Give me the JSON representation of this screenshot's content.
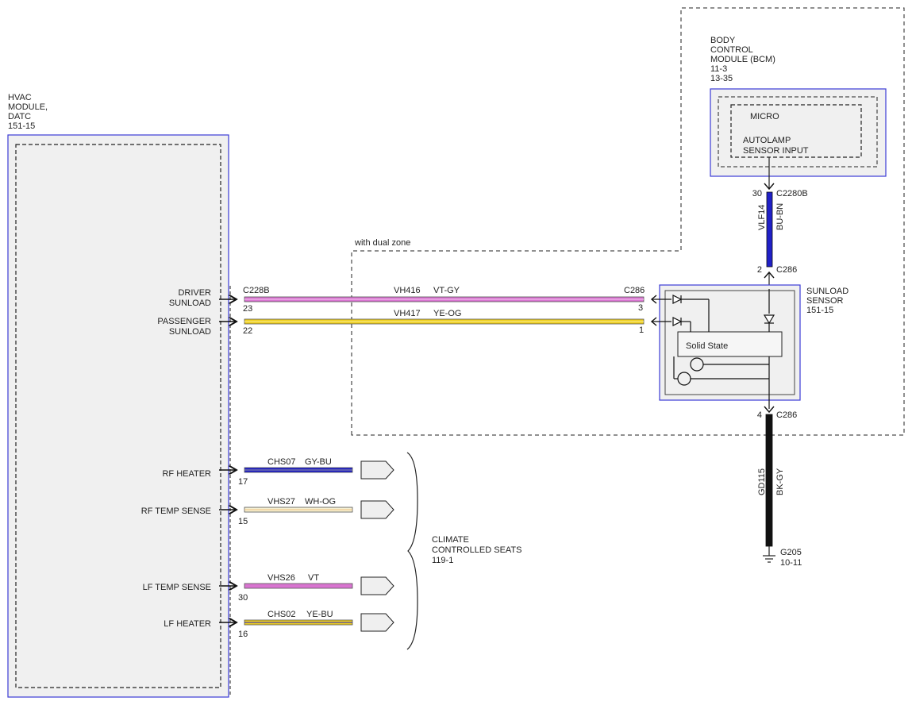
{
  "hvac": {
    "name_line1": "HVAC",
    "name_line2": "MODULE,",
    "name_line3": "DATC",
    "ref": "151-15",
    "pins": {
      "driver_line1": "DRIVER",
      "driver_line2": "SUNLOAD",
      "passenger_line1": "PASSENGER",
      "passenger_line2": "SUNLOAD",
      "rf_heater": "RF HEATER",
      "rf_temp": "RF TEMP SENSE",
      "lf_temp": "LF TEMP SENSE",
      "lf_heater": "LF HEATER"
    }
  },
  "bcm": {
    "name_line1": "BODY",
    "name_line2": "CONTROL",
    "name_line3": "MODULE (BCM)",
    "ref1": "11-3",
    "ref2": "13-35",
    "micro": "MICRO",
    "input_line1": "AUTOLAMP",
    "input_line2": "SENSOR  INPUT"
  },
  "sunload": {
    "name_line1": "SUNLOAD",
    "name_line2": "SENSOR",
    "ref": "151-15",
    "solid_state": "Solid State"
  },
  "dual_zone_label": "with dual zone",
  "wires": {
    "driver": {
      "connector_left": "C228B",
      "pin_left": "23",
      "circuit": "VH416",
      "color": "VT-GY",
      "connector_right": "C286",
      "pin_right": "3"
    },
    "passenger": {
      "pin_left": "22",
      "circuit": "VH417",
      "color": "YE-OG",
      "pin_right": "1"
    },
    "bcm_wire": {
      "pin_top": "30",
      "connector_top": "C2280B",
      "circuit": "VLF14",
      "color": "BU-BN",
      "pin_bottom": "2",
      "connector_bottom": "C286"
    },
    "ground": {
      "pin": "4",
      "connector": "C286",
      "circuit": "GD115",
      "color": "BK-GY",
      "ground_name": "G205",
      "ground_ref": "10-11"
    },
    "rf_heater": {
      "circuit": "CHS07",
      "color": "GY-BU",
      "pin": "17"
    },
    "rf_temp": {
      "circuit": "VHS27",
      "color": "WH-OG",
      "pin": "15"
    },
    "lf_temp": {
      "circuit": "VHS26",
      "color": "VT",
      "pin": "30"
    },
    "lf_heater": {
      "circuit": "CHS02",
      "color": "YE-BU",
      "pin": "16"
    }
  },
  "seats": {
    "line1": "CLIMATE",
    "line2": "CONTROLLED SEATS",
    "ref": "119-1"
  },
  "colors": {
    "module_border": "#3b3bd6",
    "violet_gray": "#d874d0",
    "yellow_orange": "#f0d020",
    "blue_brown": "#2020c8",
    "black_gray": "#111111"
  }
}
